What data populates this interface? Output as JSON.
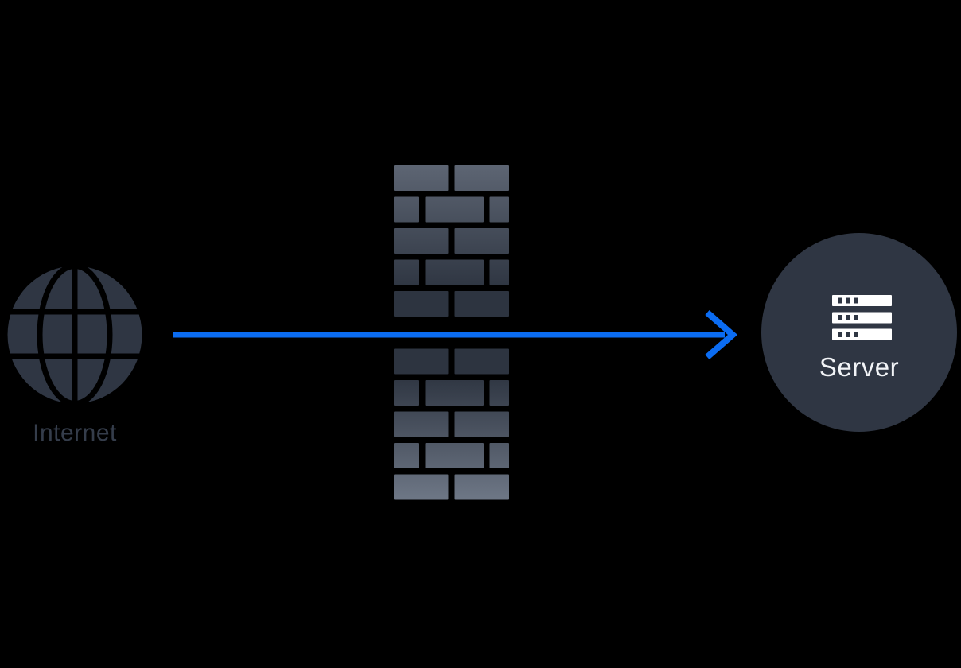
{
  "diagram": {
    "nodes": {
      "internet": {
        "label": "Internet",
        "icon": "globe-icon"
      },
      "firewall": {
        "icon": "firewall-brick-wall-icon"
      },
      "server": {
        "label": "Server",
        "icon": "server-rack-icon"
      }
    },
    "flow": {
      "icon": "arrow-right-icon",
      "direction": "left-to-right"
    }
  },
  "colors": {
    "background": "#000000",
    "icon_slate": "#2f3643",
    "arrow_blue": "#0b6cf2",
    "wall_gradient_top": "#5d6573",
    "wall_gradient_middle": "#2d3440",
    "wall_gradient_bottom": "#6e7786",
    "internet_label_color": "#353d4b",
    "server_label_color": "#f2f4f7",
    "server_icon_color": "#ffffff"
  }
}
